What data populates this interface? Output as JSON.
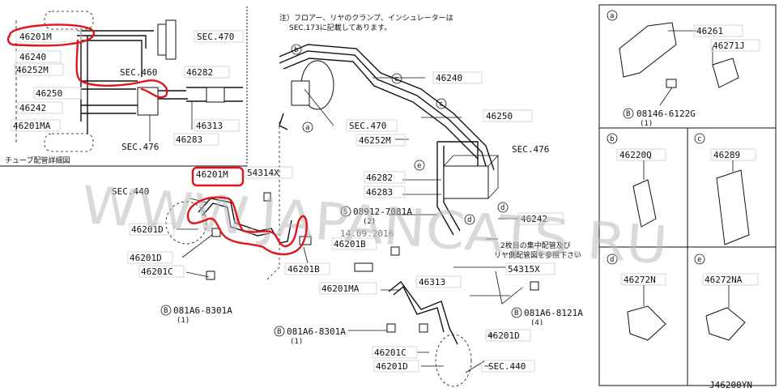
{
  "note": {
    "line1": "注）フロアー、リヤのクランプ、インシュレーターは",
    "line2": "SEC.173に記載してあります。"
  },
  "detail_title": "チューブ配管詳細図",
  "detail_labels": {
    "p46201M": "46201M",
    "p46240": "46240",
    "p46252M": "46252M",
    "p46250": "46250",
    "p46242": "46242",
    "p46201MA": "46201MA",
    "sec470": "SEC.470",
    "sec460": "SEC.460",
    "p46282": "46282",
    "p46313": "46313",
    "p46283": "46283",
    "sec476": "SEC.476"
  },
  "main_labels": {
    "p46240": "46240",
    "p46250": "46250",
    "sec470": "SEC.470",
    "p46252M": "46252M",
    "sec476": "SEC.476",
    "p46282": "46282",
    "p46283": "46283",
    "p46242": "46242",
    "p08912": "08912-7081A",
    "p08912_qty": "(2)",
    "p46201B_a": "46201B",
    "p46201B_b": "46201B",
    "p46201MA": "46201MA",
    "p46313": "46313",
    "p54315X": "54315X",
    "p54314X": "54314X",
    "p46201M": "46201M",
    "sec440_a": "SEC.440",
    "sec440_b": "SEC.440",
    "p46201D_a": "46201D",
    "p46201D_b": "46201D",
    "p46201D_c": "46201D",
    "p46201D_d": "46201D",
    "p46201C_a": "46201C",
    "p46201C_b": "46201C",
    "p081A6_8301A_a": "081A6-8301A",
    "p081A6_8301A_a_qty": "(1)",
    "p081A6_8301A_b": "081A6-8301A",
    "p081A6_8301A_b_qty": "(1)",
    "p081A6_8121A": "081A6-8121A",
    "p081A6_8121A_qty": "(4)",
    "date_stamp": "14.09.2016",
    "note2_line1": "2枚目の集中配管及び",
    "note2_line2": "リヤ側配管図を参照下さい"
  },
  "panels": {
    "a": {
      "letter": "a",
      "part1": "46261",
      "part2": "46271J",
      "bolt": "08146-6122G",
      "bolt_qty": "(1)"
    },
    "b": {
      "letter": "b",
      "part": "46220Q"
    },
    "c": {
      "letter": "c",
      "part": "46289"
    },
    "d": {
      "letter": "d",
      "part": "46272N"
    },
    "e": {
      "letter": "e",
      "part": "46272NA"
    }
  },
  "callout_letters": [
    "a",
    "b",
    "c",
    "c",
    "d",
    "e",
    "d"
  ],
  "bolt_symbol": "B",
  "screw_symbol": "S",
  "watermark": "WWW.JAPANCATS.RU",
  "diagram_code": "J46200YN",
  "colors": {
    "annotation_red": "#e0141b",
    "watermark": "#b9b9b9",
    "label_box": "#cfd8e3"
  }
}
